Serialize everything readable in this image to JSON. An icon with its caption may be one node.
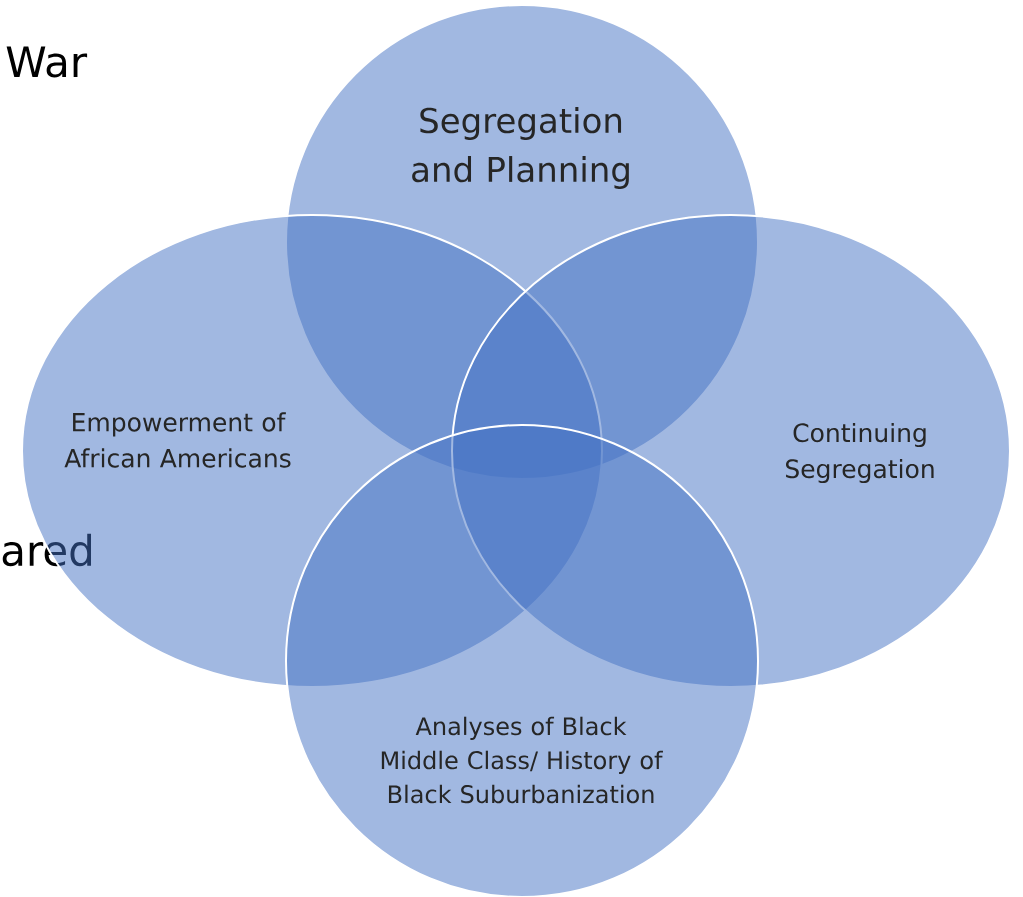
{
  "diagram": {
    "nodes": [
      {
        "text": [
          "Segregation and Planning"
        ]
      },
      {
        "text": [
          "Empowerment of African Americans"
        ]
      },
      {
        "text": [
          "Continuing Segregation"
        ]
      },
      {
        "text": [
          "Analyses of Black Middle Class/ History of Black Suburbanization"
        ]
      }
    ],
    "labels": [
      "War",
      "ared"
    ]
  }
}
